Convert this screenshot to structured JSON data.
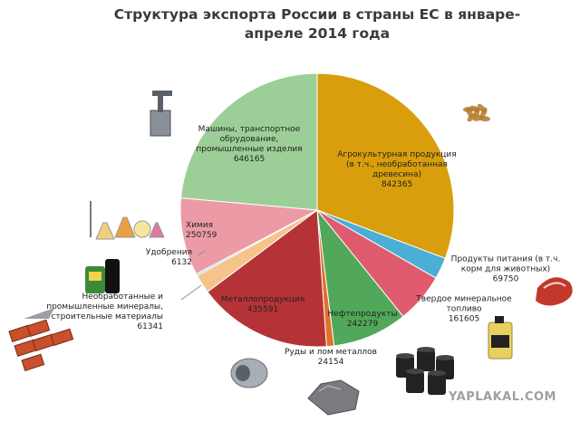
{
  "watermark": "YAPLAKAL.COM",
  "chart_data": {
    "type": "pie",
    "title": "Структура экспорта России в страны ЕС в январе-апреле 2014 года",
    "slices": [
      {
        "label": [
          "Агрокультурная продукция",
          "(в т.ч., необработанная",
          "древесина)"
        ],
        "value": 842365,
        "color": "#d99e0b"
      },
      {
        "label": [
          "Продукты питания (в т.ч.",
          "корм для животных)"
        ],
        "value": 69750,
        "color": "#4aaed6"
      },
      {
        "label": [
          "Твердое минеральное",
          "топливо"
        ],
        "value": 161605,
        "color": "#e05b6e"
      },
      {
        "label": [
          "Нефтепродукты"
        ],
        "value": 242279,
        "color": "#52a85a"
      },
      {
        "label": [
          "Руды и лом металлов"
        ],
        "value": 24154,
        "color": "#e0712b"
      },
      {
        "label": [
          "Металлопродукция"
        ],
        "value": 435591,
        "color": "#b53336"
      },
      {
        "label": [
          "Необработанные и",
          "промышленные минералы,",
          "строительные материалы"
        ],
        "value": 61341,
        "color": "#f4c48a"
      },
      {
        "label": [
          "Удобрения"
        ],
        "value": 6132,
        "color": "#9ed3e5"
      },
      {
        "label": [
          "Химия"
        ],
        "value": 250759,
        "color": "#ec9ba6"
      },
      {
        "label": [
          "Машины, транспортное",
          "обрудование,",
          "промышленные изделия"
        ],
        "value": 646165,
        "color": "#9ccf98"
      }
    ],
    "start_angle_deg": 0,
    "direction": "clockwise",
    "legend": "none"
  },
  "decorations": [
    {
      "name": "wood-chips-icon",
      "color": "#b5792c"
    },
    {
      "name": "meat-steak-icon",
      "color": "#c0392b"
    },
    {
      "name": "oil-canister-icon",
      "color": "#e8d060"
    },
    {
      "name": "oil-barrels-icon",
      "color": "#222222"
    },
    {
      "name": "ore-rock-icon",
      "color": "#7a7a80"
    },
    {
      "name": "metal-coil-icon",
      "color": "#a8aeb6"
    },
    {
      "name": "bricks-trowel-icon",
      "color": "#c8502a"
    },
    {
      "name": "fertilizer-bottles-icon",
      "color": "#3d8a3a"
    },
    {
      "name": "lab-flasks-icon",
      "color": "#e8a040"
    },
    {
      "name": "industrial-machine-icon",
      "color": "#8a9098"
    }
  ]
}
